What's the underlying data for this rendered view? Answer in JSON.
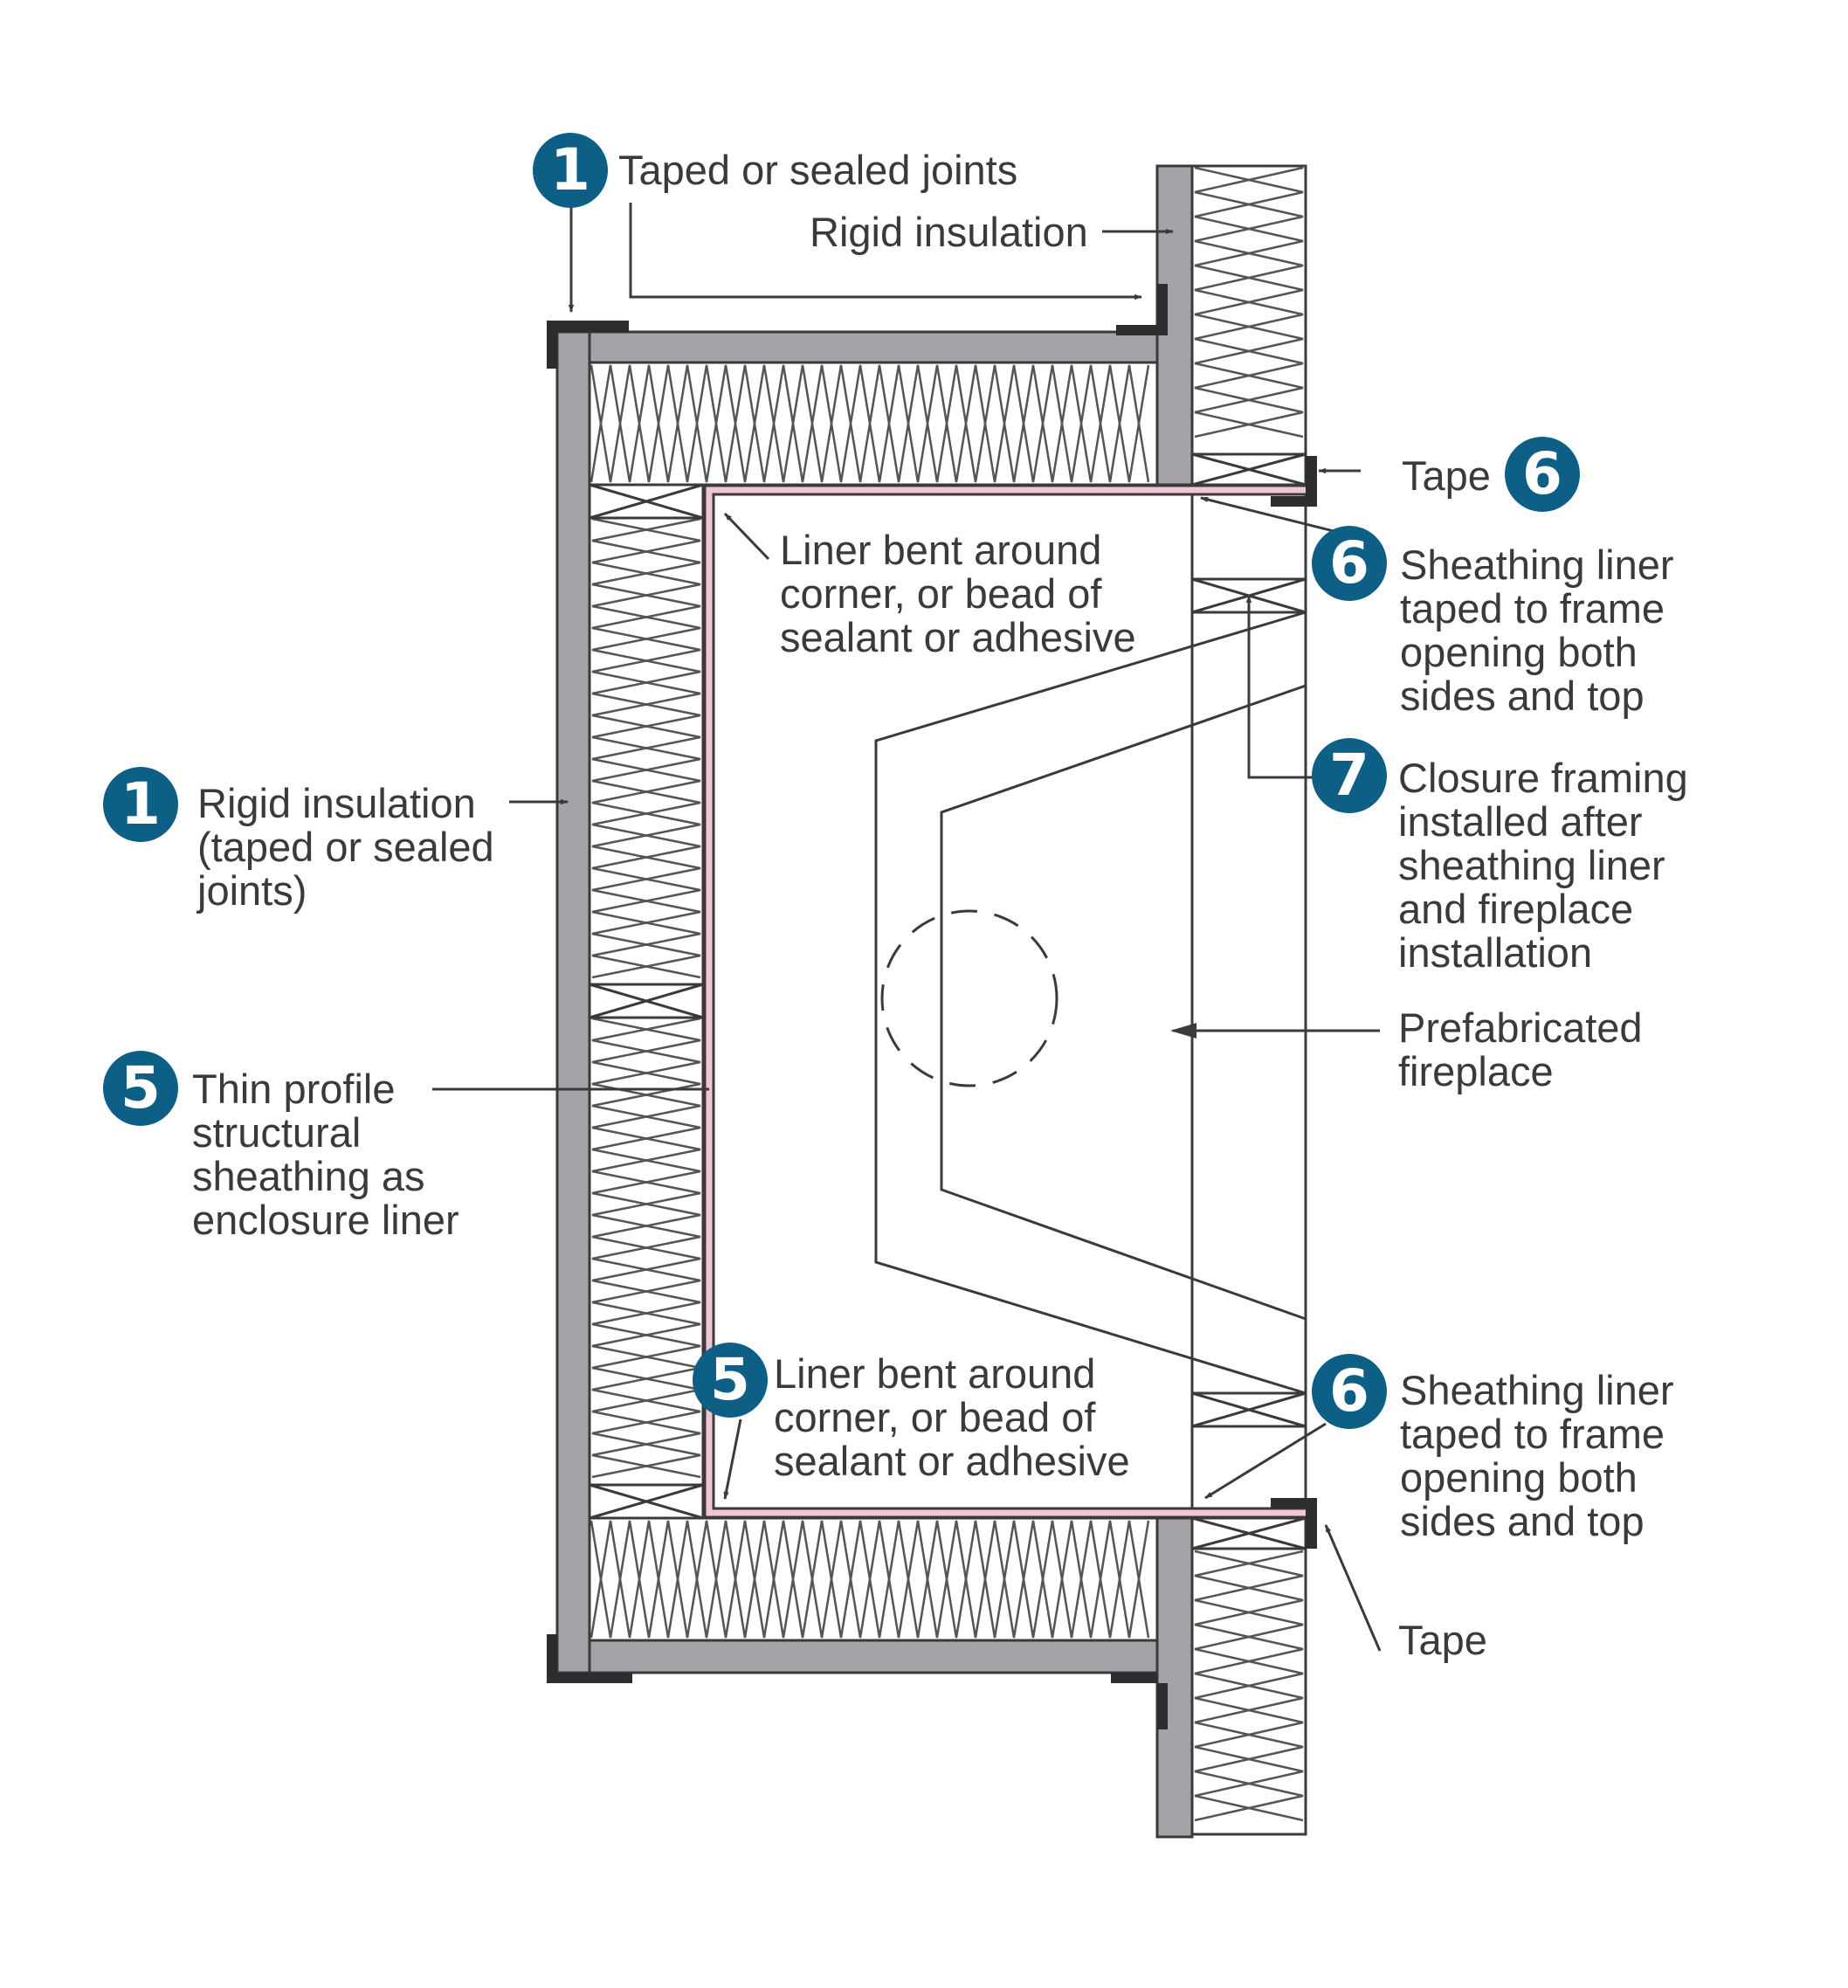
{
  "colors": {
    "badge": "#0e5f86",
    "stud": "#a2a4a8",
    "tape": "#2d2d30",
    "liner": "#f0c6d6",
    "line": "#3a3a3a"
  },
  "callouts": {
    "taped_joints": {
      "number": "1",
      "text": "Taped or sealed joints"
    },
    "rigid_insulation_top": {
      "text": "Rigid insulation"
    },
    "rigid_insulation_left": {
      "number": "1",
      "text": "Rigid insulation\n(taped or sealed\njoints)"
    },
    "liner_bent_top": {
      "text": "Liner bent around\ncorner, or bead of\nsealant or adhesive"
    },
    "thin_profile": {
      "number": "5",
      "text": "Thin profile\nstructural\nsheathing as\nenclosure liner"
    },
    "liner_bent_bottom": {
      "number": "5",
      "text": "Liner bent around\ncorner, or bead of\nsealant or adhesive"
    },
    "tape_top": {
      "number": "6",
      "text": "Tape"
    },
    "sheathing_liner_top": {
      "number": "6",
      "text": "Sheathing liner\ntaped to frame\nopening both\nsides and top"
    },
    "closure_framing": {
      "number": "7",
      "text": "Closure framing\ninstalled after\nsheathing liner\nand fireplace\ninstallation"
    },
    "prefab_fireplace": {
      "text": "Prefabricated\nfireplace"
    },
    "sheathing_liner_bottom": {
      "number": "6",
      "text": "Sheathing liner\ntaped to frame\nopening both\nsides and top"
    },
    "tape_bottom": {
      "text": "Tape"
    }
  }
}
